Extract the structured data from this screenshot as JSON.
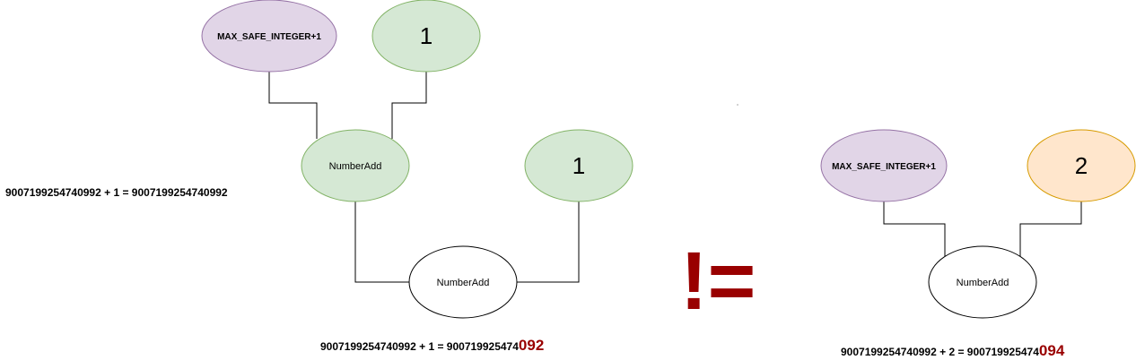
{
  "colors": {
    "purple_fill": "#e1d5e7",
    "purple_stroke": "#9673a6",
    "green_fill": "#d5e8d4",
    "green_stroke": "#82b366",
    "orange_fill": "#ffe6cc",
    "orange_stroke": "#d79b00",
    "white_fill": "#ffffff",
    "black_stroke": "#000000",
    "highlight": "#990000"
  },
  "left_tree": {
    "max_safe_node": "MAX_SAFE_INTEGER+1",
    "one_node_a": "1",
    "add_node_1": "NumberAdd",
    "one_node_b": "1",
    "add_node_2": "NumberAdd",
    "caption_mid": "9007199254740992 + 1 = 9007199254740992",
    "caption_bottom_prefix": "9007199254740992 + 1 = 900719925474",
    "caption_bottom_suffix": "092"
  },
  "operator": "!=",
  "right_tree": {
    "max_safe_node": "MAX_SAFE_INTEGER+1",
    "two_node": "2",
    "add_node": "NumberAdd",
    "caption_prefix": "9007199254740992 + 2 = 900719925474",
    "caption_suffix": "094"
  }
}
